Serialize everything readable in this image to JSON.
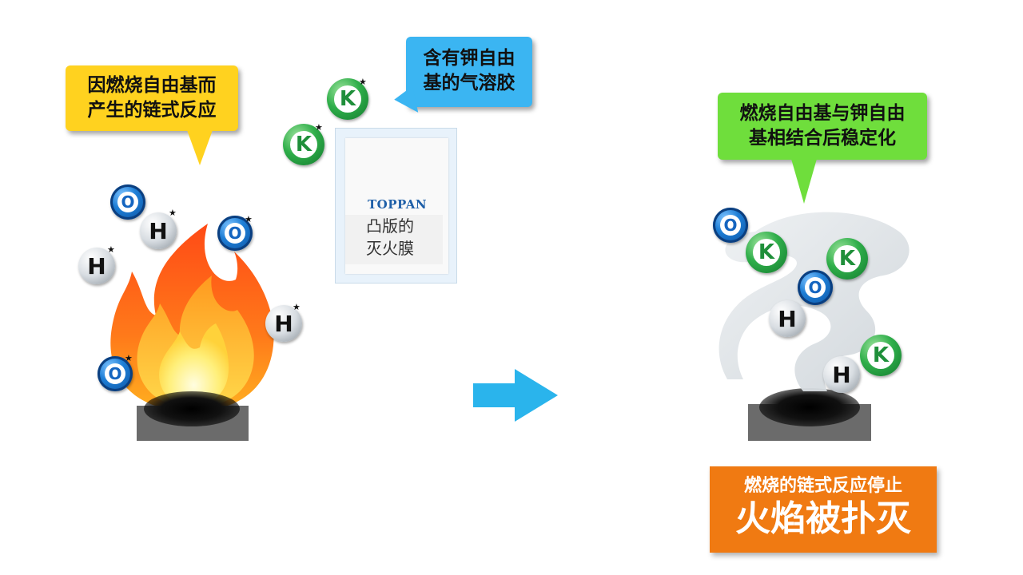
{
  "callouts": {
    "left": {
      "lines": [
        "因燃烧自由基而",
        "产生的链式反应"
      ],
      "color": "#ffd21f"
    },
    "middle": {
      "lines": [
        "含有钾自由",
        "基的气溶胶"
      ],
      "color": "#3bb5f2"
    },
    "right": {
      "lines": [
        "燃烧自由基与钾自由",
        "基相结合后稳定化"
      ],
      "color": "#6fde3c"
    }
  },
  "product": {
    "brand": "TOPPAN",
    "name_lines": [
      "凸版的",
      "灭火膜"
    ]
  },
  "result": {
    "line1": "燃烧的链式反应停止",
    "line2": "火焰被扑灭",
    "color": "#f07a12"
  },
  "molecules": {
    "oxygen_label": "O",
    "hydrogen_label": "H",
    "potassium_label": "K"
  },
  "colors": {
    "arrow": "#2ab4ec",
    "burner": "#6b6b6b"
  }
}
